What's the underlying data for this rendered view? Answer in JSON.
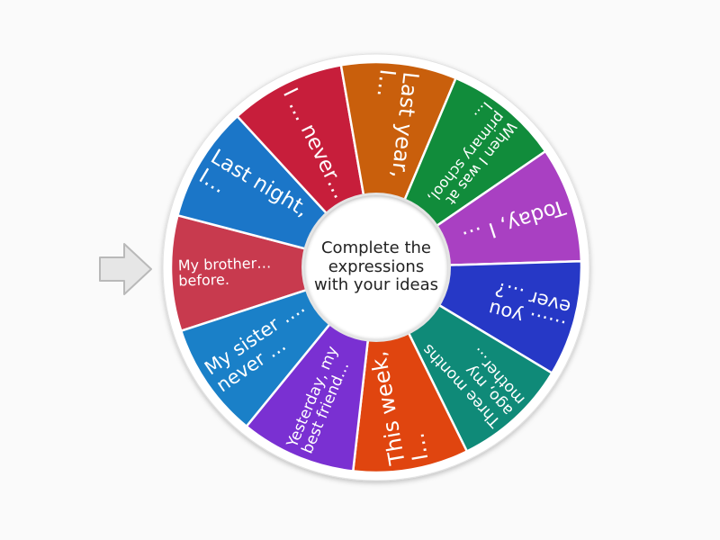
{
  "wheel": {
    "center_text": "Complete the expressions with your ideas",
    "segments": [
      {
        "label": "My brother… before.",
        "color": "#c83a4e"
      },
      {
        "label": "Last night, I…",
        "color": "#1b76c8"
      },
      {
        "label": "I … never…",
        "color": "#c71e3b"
      },
      {
        "label": "Last year, I…",
        "color": "#c95f0c"
      },
      {
        "label": "When I was at primary school, I…",
        "color": "#118c3b"
      },
      {
        "label": "Today, I …",
        "color": "#a940c2"
      },
      {
        "label": "…… you ever …?",
        "color": "#2638c6"
      },
      {
        "label": "Three months ago, my mother…",
        "color": "#0f8a78"
      },
      {
        "label": "This week, I…",
        "color": "#e0450f"
      },
      {
        "label": "Yesterday, my best friend…",
        "color": "#7a30d2"
      },
      {
        "label": "My sister …. never …",
        "color": "#1a80c8"
      }
    ]
  },
  "pointer": {
    "icon": "arrow-right-icon",
    "color": "#d9d9d9"
  }
}
